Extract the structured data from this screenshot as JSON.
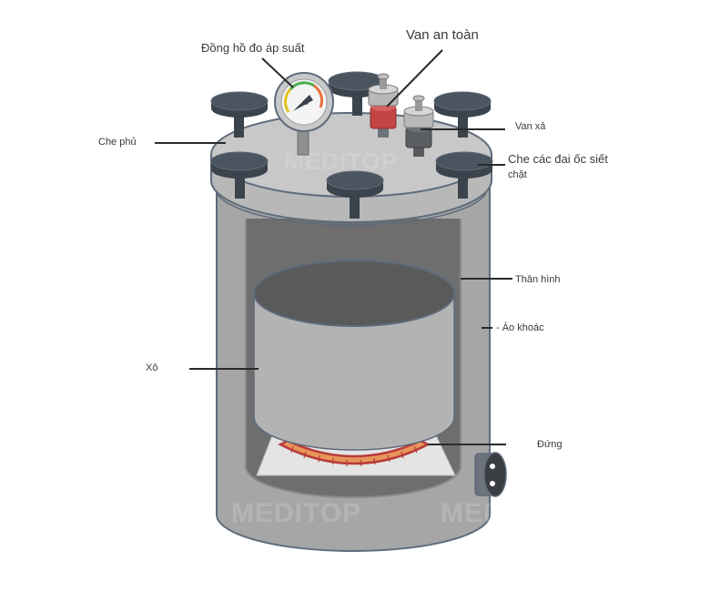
{
  "labels": {
    "gauge": "Đồng hồ đo áp suất",
    "safety_valve": "Van an toàn",
    "cover": "Che phủ",
    "vent_valve": "Van xả",
    "nuts_line1": "Che các đai ốc siết",
    "nuts_line2": "chặt",
    "body": "Thân hình",
    "jacket": "- Áo khoác",
    "bucket": "Xô",
    "stand": "Đứng"
  },
  "watermark": "MEDITOP",
  "colors": {
    "outline": "#5f6b7a",
    "body": "#a6a6a6",
    "lid": "#c8c8c8",
    "inner": "#6e6e6e",
    "bucket": "#b3b3b3",
    "knob": "#4b5560",
    "safety_valve_red": "#c24444",
    "heater_orange": "#e8955a",
    "leader_line": "#2a2a2a"
  }
}
